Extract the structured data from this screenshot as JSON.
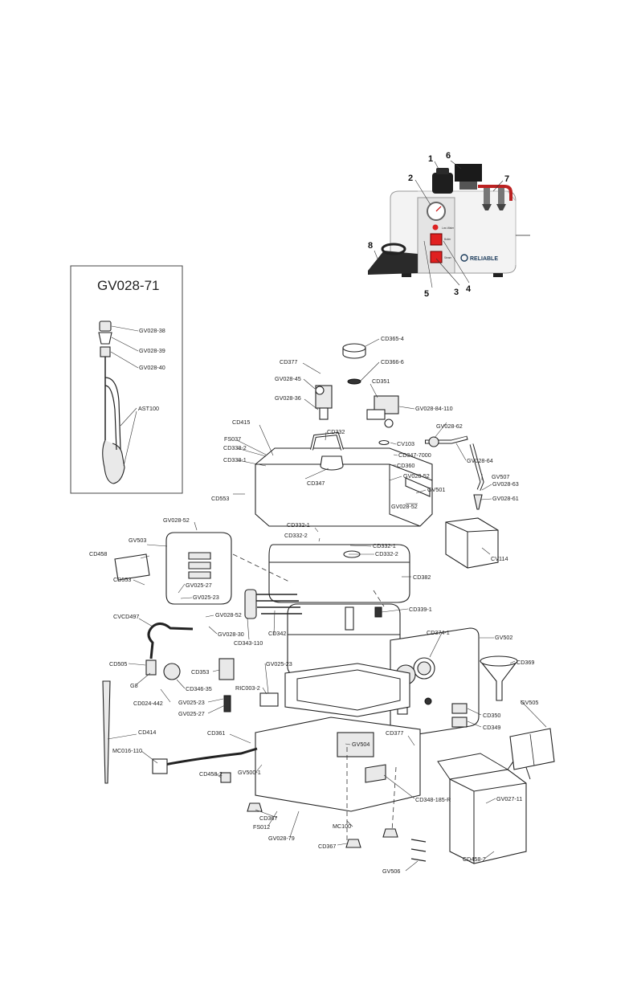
{
  "photo": {
    "callouts": [
      "1",
      "2",
      "3",
      "4",
      "5",
      "6",
      "7",
      "8"
    ],
    "panel_small_text": [
      "Low Water",
      "Boiler",
      "Steam"
    ],
    "brand": "RELIABLE"
  },
  "kit": {
    "title": "GV028-71",
    "labels": [
      "GV028-38",
      "GV028-39",
      "GV028-40",
      "AST100"
    ]
  },
  "parts": {
    "CD365_4": "CD365-4",
    "CD366_6": "CD366-6",
    "CD377_top": "CD377",
    "GV028_45": "GV028-45",
    "CD351": "CD351",
    "GV028_36": "GV028-36",
    "GV028_84_110": "GV028-84-110",
    "CD415": "CD415",
    "GV028_62": "GV028-62",
    "FS037": "FS037",
    "CD332": "CD332",
    "CD338_2": "CD338-2",
    "CV103": "CV103",
    "GV028_64": "GV028-64",
    "CD338_1": "CD338-1",
    "CD347_7000": "CD347-7000",
    "CD360": "CD360",
    "GV507": "GV507",
    "CD347": "CD347",
    "GV028_52_a": "GV028-52",
    "GV028_63": "GV028-63",
    "GV501": "GV501",
    "GV028_61": "GV028-61",
    "CD553_a": "CD553",
    "GV028_52_b": "GV028-52",
    "GV028_52_c": "GV028-52",
    "CD332_1_a": "CD332-1",
    "CD332_2_a": "CD332-2",
    "CD332_1_b": "CD332-1",
    "CD332_2_b": "CD332-2",
    "GV503": "GV503",
    "CD458": "CD458",
    "CV114": "CV114",
    "CD553_b": "CD553",
    "CD382": "CD382",
    "GV025_27_a": "GV025-27",
    "GV025_23_a": "GV025-23",
    "CD339_1": "CD339-1",
    "CVCD497": "CVCD497",
    "GV028_52_d": "GV028-52",
    "GV028_30": "GV028-30",
    "CD343_110": "CD343-110",
    "CD342": "CD342",
    "CD374_1": "CD374-1",
    "GV502": "GV502",
    "CD369": "CD369",
    "CD505": "CD505",
    "CD353": "CD353",
    "GV025_23_b": "GV025-23",
    "G8": "G8",
    "CD346_35": "CD346-35",
    "RIC003_2": "RIC003-2",
    "GV505": "GV505",
    "CD024_442": "CD024-442",
    "GV025_23_c": "GV025-23",
    "GV025_27_b": "GV025-27",
    "CD350": "CD350",
    "CD349": "CD349",
    "CD414": "CD414",
    "CD361": "CD361",
    "CD377_bottom": "CD377",
    "MC016_110": "MC016-110",
    "GV504": "GV504",
    "CD458_2_a": "CD458-2",
    "GV500_1": "GV500-1",
    "GV027_11": "GV027-11",
    "CD348_185_R": "CD348-185-R",
    "CD367_a": "CD367",
    "FS012": "FS012",
    "MC100": "MC100",
    "GV028_79": "GV028-79",
    "CD367_b": "CD367",
    "CD458_2_b": "CD458-2",
    "GV506": "GV506"
  }
}
